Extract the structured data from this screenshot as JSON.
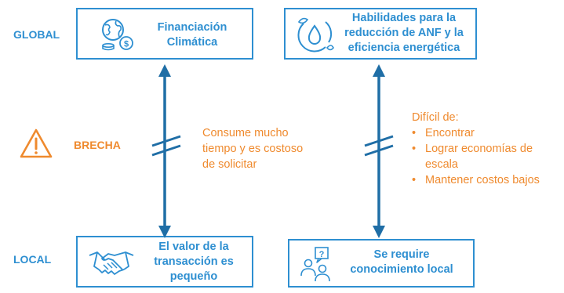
{
  "levels": {
    "global": "GLOBAL",
    "gap": "BRECHA",
    "local": "LOCAL"
  },
  "boxes": {
    "global_left": {
      "line1": "Financiación",
      "line2": "Climática",
      "icon": "globe-money-icon"
    },
    "global_right": {
      "line1": "Habilidades para la",
      "line2": "reducción de ANF y la",
      "line3": "eficiencia energética",
      "icon": "water-drop-leaf-icon"
    },
    "local_left": {
      "line1": "El valor de la",
      "line2": "transacción es",
      "line3": "pequeño",
      "icon": "handshake-icon"
    },
    "local_right": {
      "line1": "Se require",
      "line2": "conocimiento local",
      "icon": "people-question-icon"
    }
  },
  "gap_left": {
    "line1": "Consume mucho",
    "line2": "tiempo y es costoso",
    "line3": "de solicitar"
  },
  "gap_right": {
    "heading": "Difícil de:",
    "items": [
      "Encontrar",
      "Lograr economías de",
      "escala",
      "Mantener costos bajos"
    ]
  },
  "colors": {
    "blue": "#2e8fd1",
    "dark_blue": "#1f6ea6",
    "orange": "#ef8a2e"
  }
}
